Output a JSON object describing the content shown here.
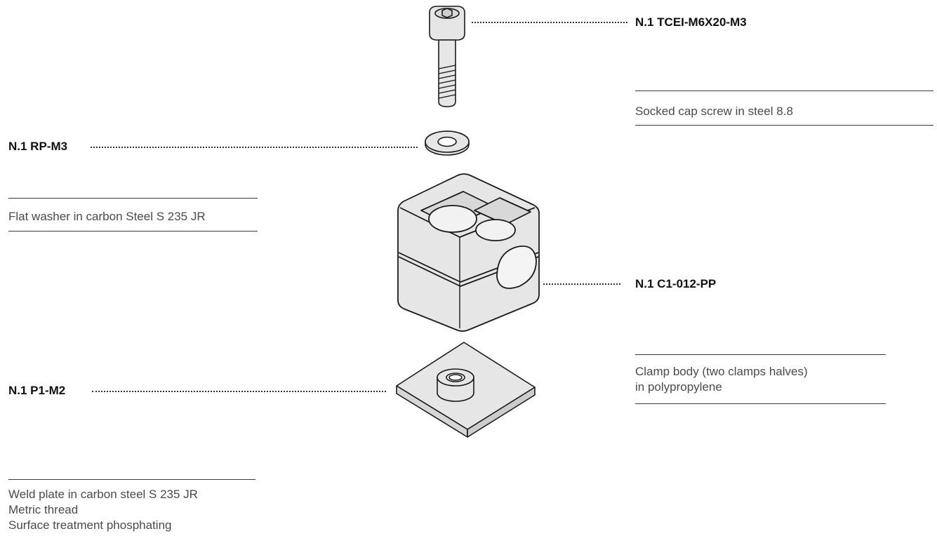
{
  "parts": [
    {
      "code": "N.1 TCEI-M6X20-M3",
      "description": [
        "Socked cap screw in steel 8.8"
      ]
    },
    {
      "code": "N.1 RP-M3",
      "description": [
        "Flat washer in carbon Steel S 235 JR"
      ]
    },
    {
      "code": "N.1 C1-012-PP",
      "description": [
        "Clamp body (two clamps halves)",
        "in polypropylene"
      ]
    },
    {
      "code": "N.1 P1-M2",
      "description": [
        "Weld plate in carbon steel S 235 JR",
        "Metric thread",
        "Surface treatment phosphating"
      ]
    }
  ],
  "colors": {
    "part_fill": "#e6e6e6",
    "part_stroke": "#1a1a1a",
    "rule": "#3a3a3a",
    "text": "#4a4a4a"
  }
}
